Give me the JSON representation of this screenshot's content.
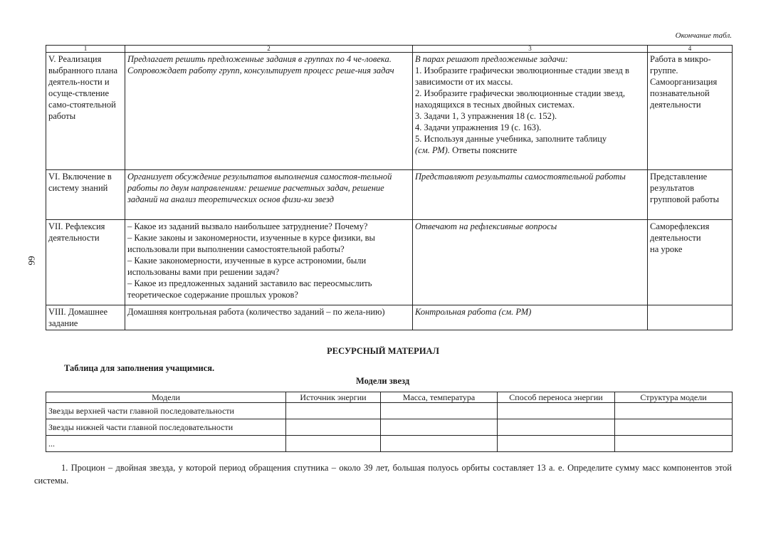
{
  "page_number": "99",
  "table_caption": "Окончание табл.",
  "plan_table": {
    "column_numbers": [
      "1",
      "2",
      "3",
      "4"
    ],
    "rows": [
      {
        "stage": "V. Реализация выбранного плана деятель-ности и осуще-ствление само-стоятельной работы",
        "teacher": "Предлагает решить предложенные задания в группах по 4 че-ловека.\nСопровождает работу групп, консультирует процесс реше-ния задач",
        "students_intro": "В парах решают предложенные задачи:",
        "students": "1. Изобразите графически эволюционные стадии звезд в зависимости от их массы.\n2. Изобразите графически эволюционные стадии звезд, находящихся в тесных двойных системах.\n3. Задачи 1, 3 упражнения 18 (с. 152).\n4. Задачи упражнения 19 (с. 163).\n5. Используя данные учебника, заполните таблицу",
        "students_ref": "(см. РМ).",
        "students_tail": " Ответы поясните",
        "activity": "Работа в микро-группе.\nСамоорганизация познавательной деятельности"
      },
      {
        "stage": "VI. Включение в систему знаний",
        "teacher": "Организует обсуждение результатов выполнения самостоя-тельной работы по двум направлениям: решение расчетных задач, решение заданий на анализ теоретических основ физи-ки звезд",
        "students": "Представляют результаты самостоятельной работы",
        "activity": "Представление результатов групповой работы"
      },
      {
        "stage": "VII. Рефлексия деятельности",
        "teacher": "– Какое из заданий вызвало наибольшее затруднение? Почему?\n– Какие законы и закономерности, изученные в курсе физики, вы использовали при выполнении самостоятельной работы?\n– Какие закономерности, изученные в курсе астрономии, были использованы вами при решении задач?\n– Какое из предложенных заданий заставило вас переосмыслить теоретическое содержание прошлых уроков?",
        "students": "Отвечают на рефлексивные вопросы",
        "activity": "Саморефлексия деятельности\nна уроке"
      },
      {
        "stage": "VIII. Домашнее задание",
        "teacher": "Домашняя контрольная работа (количество заданий – по жела-нию)",
        "students": "Контрольная работа (см. РМ)",
        "activity": ""
      }
    ]
  },
  "resource_title": "РЕСУРСНЫЙ МАТЕРИАЛ",
  "table_intro": "Таблица для заполнения учащимися.",
  "models_title": "Модели звезд",
  "models_table": {
    "headers": [
      "Модели",
      "Источник энергии",
      "Масса, температура",
      "Способ переноса энергии",
      "Структура модели"
    ],
    "rows": [
      [
        "Звезды верхней части главной последовательности",
        "",
        "",
        "",
        ""
      ],
      [
        "Звезды нижней части главной последовательности",
        "",
        "",
        "",
        ""
      ],
      [
        "...",
        "",
        "",
        "",
        ""
      ]
    ]
  },
  "task_text": "1. Процион – двойная звезда, у которой период обращения спутника – около 39 лет, большая полуось орбиты составляет 13 а. е. Определите сумму масс компонентов этой системы."
}
